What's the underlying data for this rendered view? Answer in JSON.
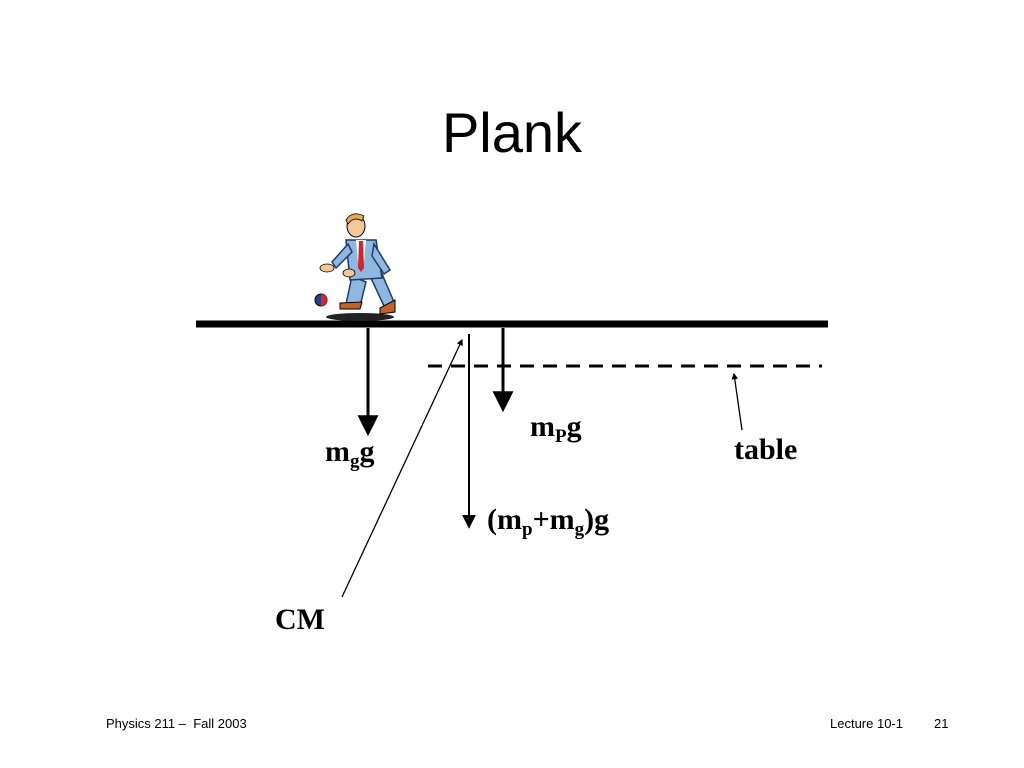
{
  "slide": {
    "title": "Plank",
    "labels": {
      "mg_g": {
        "base": "m",
        "sub": "g",
        "tail": "g"
      },
      "mp_g": {
        "base": "m",
        "sub": "P",
        "tail": "g"
      },
      "total": {
        "open": "(m",
        "sub1": "p",
        "mid": "+m",
        "sub2": "g",
        "close": ")g"
      },
      "table": "table",
      "cm": "CM"
    },
    "illustration": "man-icon",
    "footer": {
      "course": "Physics 211 –  Fall 2003",
      "lecture": "Lecture 10-1",
      "page": "21"
    }
  },
  "colors": {
    "text": "#000000",
    "background": "#ffffff",
    "suit": "#8fb8e0",
    "tie": "#d0262d",
    "skin": "#f2c79a",
    "shoes": "#c0622a"
  }
}
